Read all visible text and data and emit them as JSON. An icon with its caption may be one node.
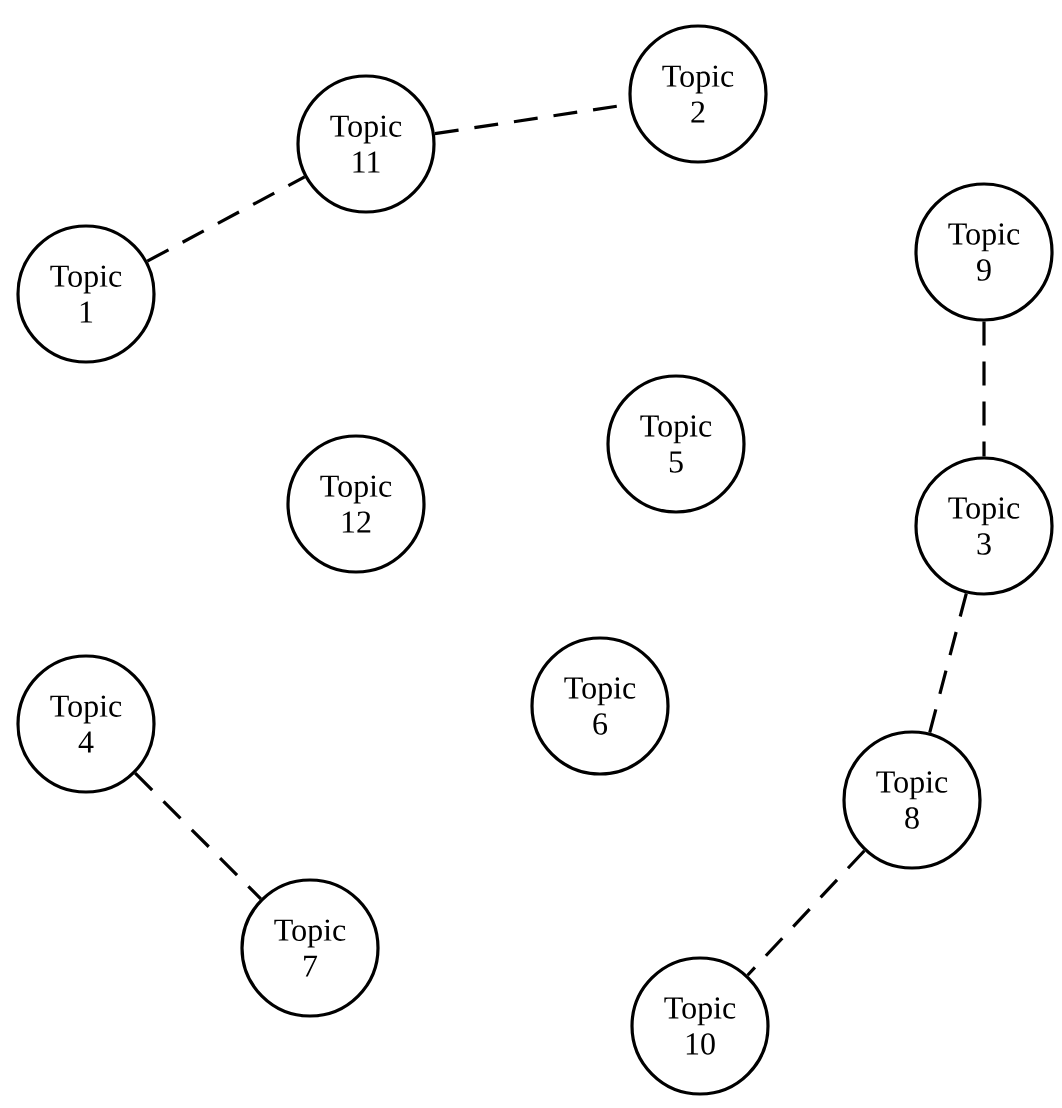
{
  "diagram": {
    "nodes": [
      {
        "text": [
          "Topic 2"
        ]
      },
      {
        "text": [
          "Topic 11"
        ]
      },
      {
        "text": [
          "Topic 9"
        ]
      },
      {
        "text": [
          "Topic 1"
        ]
      },
      {
        "text": [
          "Topic 5"
        ]
      },
      {
        "text": [
          "Topic 12"
        ]
      },
      {
        "text": [
          "Topic 3"
        ]
      },
      {
        "text": [
          "Topic 6"
        ]
      },
      {
        "text": [
          "Topic 4"
        ]
      },
      {
        "text": [
          "Topic 8"
        ]
      },
      {
        "text": [
          "Topic 7"
        ]
      },
      {
        "text": [
          "Topic 10"
        ]
      }
    ],
    "edges": [
      {
        "from": 3,
        "to": 1,
        "arrow": "none",
        "style": "dashed"
      },
      {
        "from": 1,
        "to": 0,
        "arrow": "none",
        "style": "dashed"
      },
      {
        "from": 2,
        "to": 6,
        "arrow": "none",
        "style": "dashed"
      },
      {
        "from": 6,
        "to": 9,
        "arrow": "none",
        "style": "dashed"
      },
      {
        "from": 9,
        "to": 11,
        "arrow": "none",
        "style": "dashed"
      },
      {
        "from": 8,
        "to": 10,
        "arrow": "none",
        "style": "dashed"
      }
    ]
  }
}
